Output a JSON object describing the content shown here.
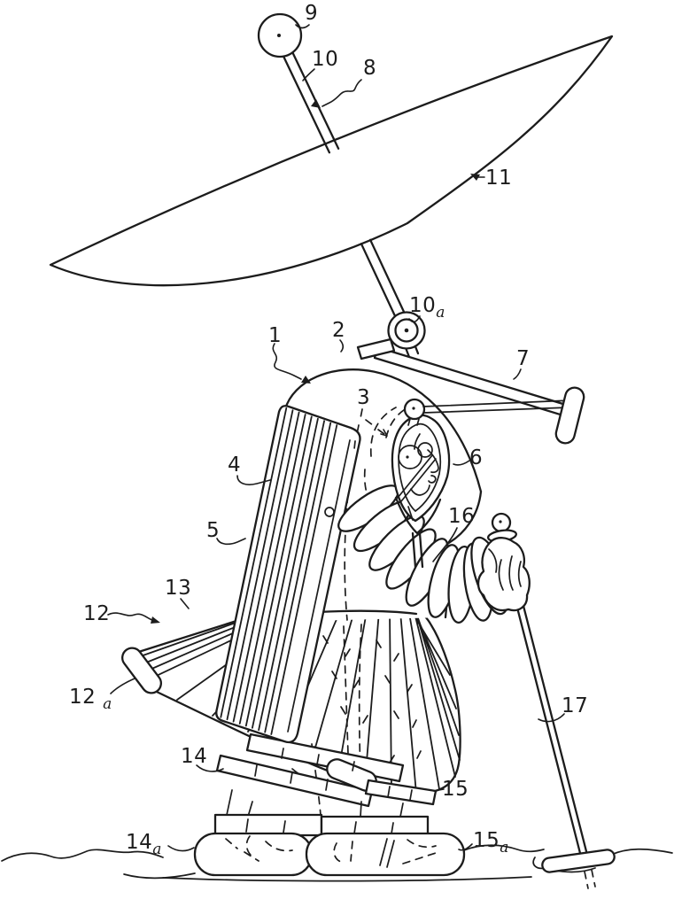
{
  "figure": {
    "ink_color": "#1c1c1c",
    "paper_color": "#ffffff",
    "labels": {
      "l1": {
        "num": "1",
        "sub": ""
      },
      "l2": {
        "num": "2",
        "sub": ""
      },
      "l3": {
        "num": "3",
        "sub": ""
      },
      "l4": {
        "num": "4",
        "sub": ""
      },
      "l5": {
        "num": "5",
        "sub": ""
      },
      "l6": {
        "num": "6",
        "sub": ""
      },
      "l7": {
        "num": "7",
        "sub": ""
      },
      "l8": {
        "num": "8",
        "sub": ""
      },
      "l9": {
        "num": "9",
        "sub": ""
      },
      "l10": {
        "num": "10",
        "sub": ""
      },
      "l10a": {
        "num": "10",
        "sub": "a"
      },
      "l11": {
        "num": "11",
        "sub": ""
      },
      "l12": {
        "num": "12",
        "sub": ""
      },
      "l12a": {
        "num": "12 ",
        "sub": "a"
      },
      "l13": {
        "num": "13",
        "sub": ""
      },
      "l14": {
        "num": "14",
        "sub": ""
      },
      "l14a": {
        "num": "14",
        "sub": "a"
      },
      "l15": {
        "num": "15",
        "sub": ""
      },
      "l15a": {
        "num": "15",
        "sub": "a"
      },
      "l16": {
        "num": "16",
        "sub": ""
      },
      "l17": {
        "num": "17",
        "sub": ""
      }
    }
  }
}
